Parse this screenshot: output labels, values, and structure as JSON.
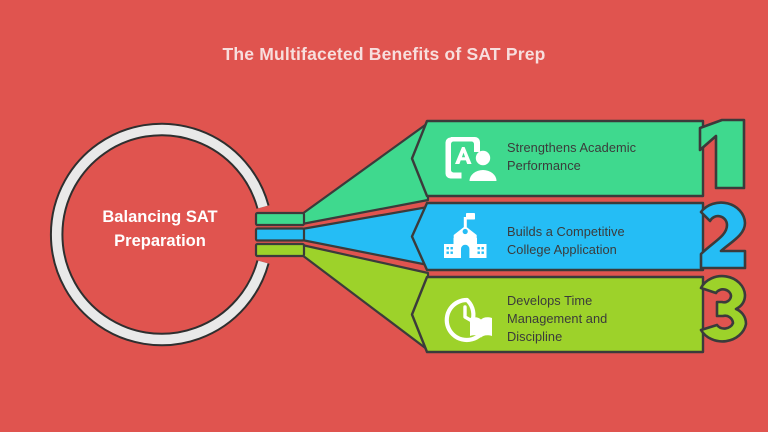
{
  "page": {
    "title": "The Multifaceted Benefits of SAT Prep",
    "background_color": "#e0544f",
    "title_color": "#f7dedd"
  },
  "hub": {
    "label_line1": "Balancing SAT",
    "label_line2": "Preparation",
    "label": "Balancing SAT Preparation",
    "ring_color": "#e9e9e9",
    "ring_outline_color": "#2f2f2f",
    "text_color": "#ffffff"
  },
  "items": [
    {
      "number": "1",
      "title_line1": "Strengthens Academic",
      "title_line2": "Performance",
      "title": "Strengthens Academic Performance",
      "color": "#3fd98e",
      "icon": "report-card-student-icon",
      "text_color": "#3b3b3b"
    },
    {
      "number": "2",
      "title_line1": "Builds a Competitive",
      "title_line2": "College Application",
      "title": "Builds a Competitive College Application",
      "color": "#25bdf5",
      "icon": "school-building-icon",
      "text_color": "#3b3b3b"
    },
    {
      "number": "3",
      "title_line1": "Develops Time",
      "title_line2": "Management and",
      "title_line3": "Discipline",
      "title": "Develops Time Management and Discipline",
      "color": "#9dd22a",
      "icon": "clock-book-icon",
      "text_color": "#3b3b3b"
    }
  ]
}
